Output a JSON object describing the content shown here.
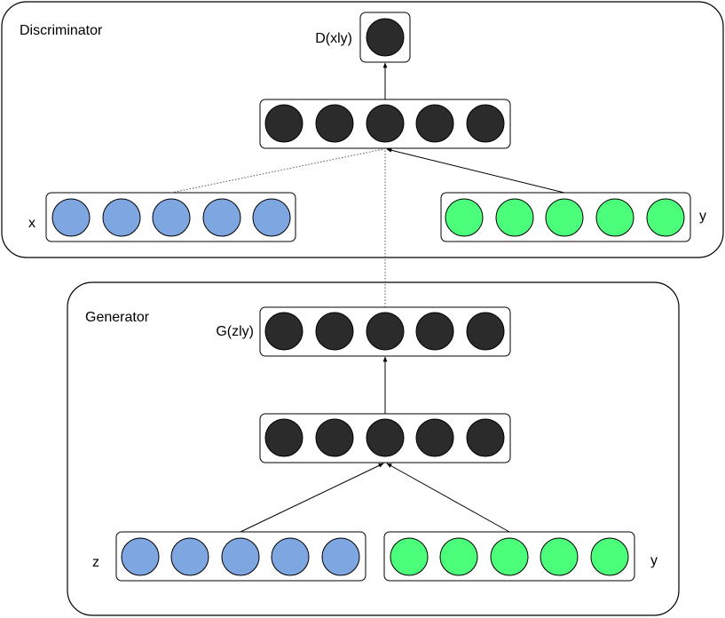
{
  "discriminator": {
    "title": "Discriminator",
    "output_label": "D(xly)",
    "input_x_label": "x",
    "input_y_label": "y"
  },
  "generator": {
    "title": "Generator",
    "output_label": "G(zly)",
    "input_z_label": "z",
    "input_y_label": "y"
  },
  "colors": {
    "hidden_node": "#2b2b2b",
    "data_node": "#7ea6e0",
    "condition_node": "#4cff7a"
  }
}
